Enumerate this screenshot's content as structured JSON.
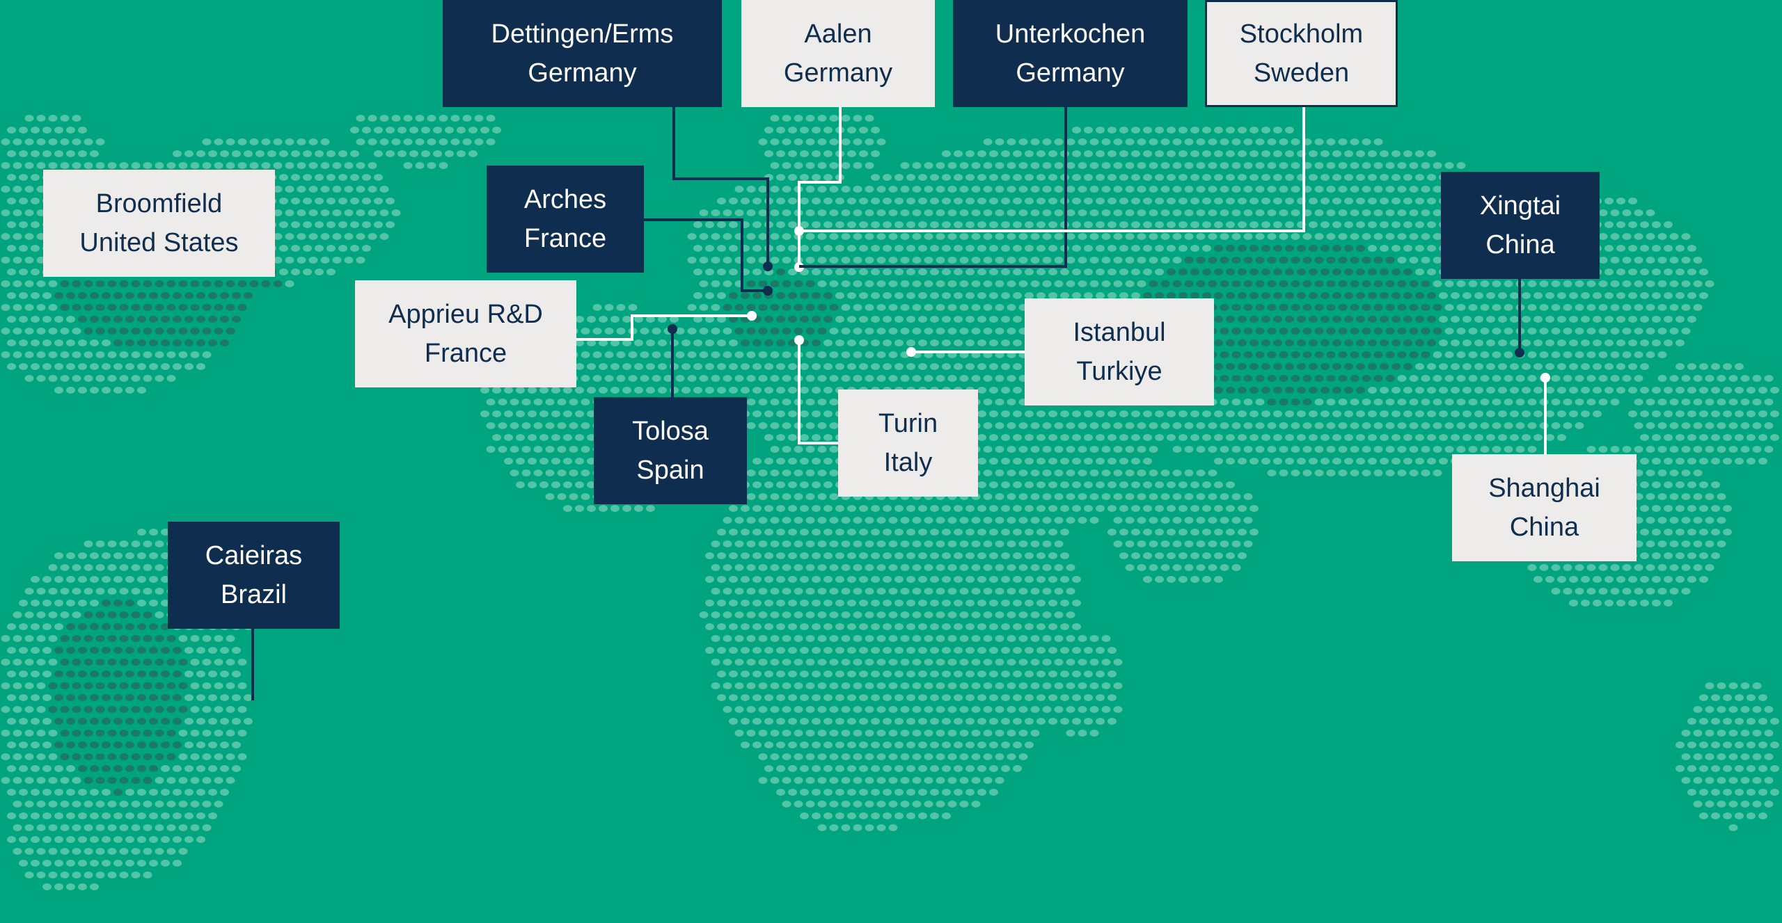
{
  "colors": {
    "ocean": "#00a47e",
    "land_dot": "#53c4a6",
    "land_dot_dark": "#1a7a66",
    "navy": "#0f2d4f",
    "light_box": "#edecea",
    "white_line": "#ffffff"
  },
  "locations": [
    {
      "id": "dettingen",
      "city": "Dettingen/Erms",
      "country": "Germany",
      "style": "dark"
    },
    {
      "id": "aalen",
      "city": "Aalen",
      "country": "Germany",
      "style": "light"
    },
    {
      "id": "unterkochen",
      "city": "Unterkochen",
      "country": "Germany",
      "style": "dark"
    },
    {
      "id": "stockholm",
      "city": "Stockholm",
      "country": "Sweden",
      "style": "light-outlined"
    },
    {
      "id": "broomfield",
      "city": "Broomfield",
      "country": "United States",
      "style": "light"
    },
    {
      "id": "arches",
      "city": "Arches",
      "country": "France",
      "style": "dark"
    },
    {
      "id": "xingtai",
      "city": "Xingtai",
      "country": "China",
      "style": "dark"
    },
    {
      "id": "apprieu",
      "city": "Apprieu R&D",
      "country": "France",
      "style": "light"
    },
    {
      "id": "istanbul",
      "city": "Istanbul",
      "country": "Turkiye",
      "style": "light"
    },
    {
      "id": "tolosa",
      "city": "Tolosa",
      "country": "Spain",
      "style": "dark"
    },
    {
      "id": "turin",
      "city": "Turin",
      "country": "Italy",
      "style": "light"
    },
    {
      "id": "shanghai",
      "city": "Shanghai",
      "country": "China",
      "style": "light"
    },
    {
      "id": "caieiras",
      "city": "Caieiras",
      "country": "Brazil",
      "style": "dark"
    }
  ]
}
